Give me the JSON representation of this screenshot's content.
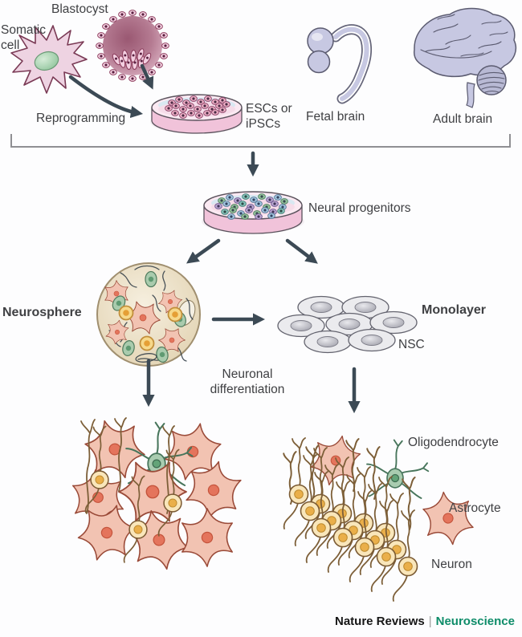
{
  "labels": {
    "blastocyst": "Blastocyst",
    "somatic_cell": "Somatic\ncell",
    "reprogramming": "Reprogramming",
    "escs_ipscs": "ESCs or\niPSCs",
    "fetal_brain": "Fetal brain",
    "adult_brain": "Adult brain",
    "neural_progenitors": "Neural progenitors",
    "neurosphere": "Neurosphere",
    "monolayer": "Monolayer",
    "nsc": "NSC",
    "neuronal_differentiation": "Neuronal\ndifferentiation",
    "oligodendrocyte": "Oligodendrocyte",
    "astrocyte": "Astrocyte",
    "neuron": "Neuron"
  },
  "footer": {
    "journal": "Nature Reviews",
    "separator": "|",
    "section": "Neuroscience"
  },
  "colors": {
    "label_text": "#3f4043",
    "arrow": "#3c4a55",
    "bracket": "#8f8f93",
    "footer_journal": "#161616",
    "footer_section": "#0e8c69",
    "dish_pink": "#f1c3da",
    "neurosphere_tan": "#e9dcc2",
    "astrocyte_pink": "#f2c3b2",
    "oligodendrocyte_green": "#a9ccb0",
    "neuron_yellow": "#f9e6ba",
    "brain_lavender": "#c7c8e2"
  }
}
